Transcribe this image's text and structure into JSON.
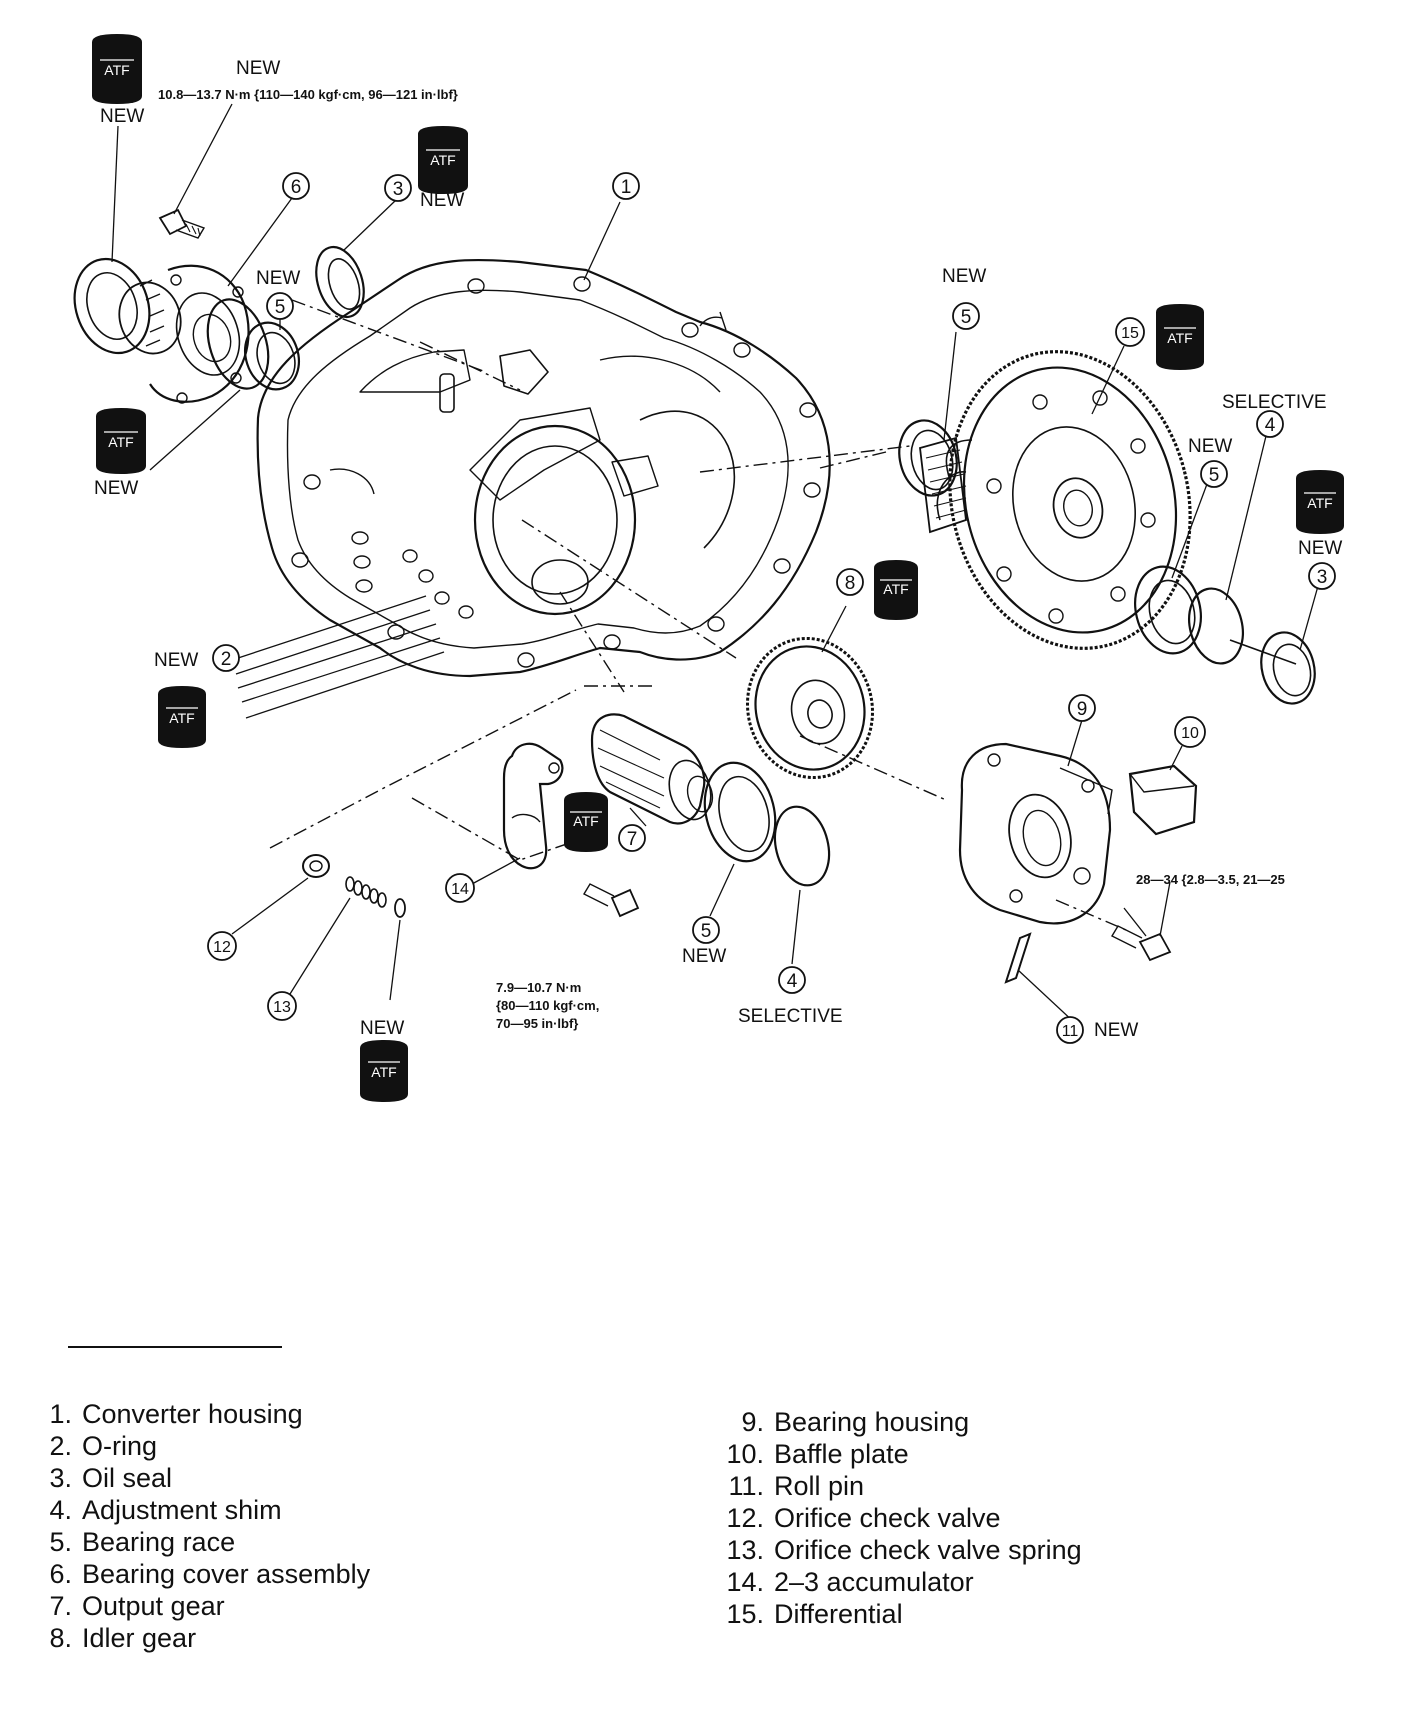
{
  "callouts": {
    "new": "NEW",
    "selective": "SELECTIVE",
    "atf": "ATF",
    "torque_bearing_cover_1": "10.8—13.7 N·m {110—140 kgf·cm, 96—121 in·lbf}",
    "torque_bearing_housing": "28—34 {2.8—3.5, 21—25",
    "torque_accumulator_1": "7.9—10.7 N·m",
    "torque_accumulator_2": "{80—110 kgf·cm,",
    "torque_accumulator_3": "70—95 in·lbf}"
  },
  "numbers": {
    "n1": "1",
    "n2": "2",
    "n3": "3",
    "n4": "4",
    "n5": "5",
    "n6": "6",
    "n7": "7",
    "n8": "8",
    "n9": "9",
    "n10": "10",
    "n11": "11",
    "n12": "12",
    "n13": "13",
    "n14": "14",
    "n15": "15"
  },
  "legend": {
    "left": [
      {
        "num": "1.",
        "text": "Converter housing"
      },
      {
        "num": "2.",
        "text": "O-ring"
      },
      {
        "num": "3.",
        "text": "Oil seal"
      },
      {
        "num": "4.",
        "text": "Adjustment shim"
      },
      {
        "num": "5.",
        "text": "Bearing race"
      },
      {
        "num": "6.",
        "text": "Bearing cover assembly"
      },
      {
        "num": "7.",
        "text": "Output gear"
      },
      {
        "num": "8.",
        "text": "Idler gear"
      }
    ],
    "right": [
      {
        "num": "9.",
        "text": "Bearing housing"
      },
      {
        "num": "10.",
        "text": "Baffle plate"
      },
      {
        "num": "11.",
        "text": "Roll pin"
      },
      {
        "num": "12.",
        "text": "Orifice check valve"
      },
      {
        "num": "13.",
        "text": "Orifice check valve spring"
      },
      {
        "num": "14.",
        "text": "2–3 accumulator"
      },
      {
        "num": "15.",
        "text": "Differential"
      }
    ]
  }
}
